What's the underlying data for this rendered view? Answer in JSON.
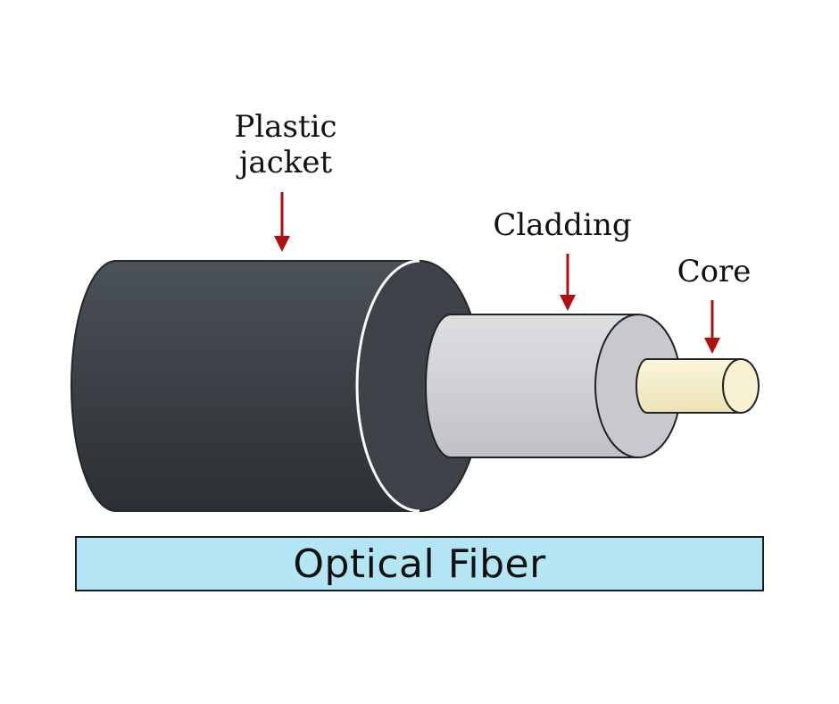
{
  "labels": {
    "jacket_line1": "Plastic",
    "jacket_line2": "jacket",
    "cladding": "Cladding",
    "core": "Core"
  },
  "caption": "Optical Fiber",
  "colors": {
    "jacket": "#3a4045",
    "jacket_edge": "#2a2f33",
    "cladding": "#cfd1d4",
    "cladding_face": "#c4c6ca",
    "core": "#f6efc8",
    "arrow": "#b01010",
    "caption_bg": "#b4e5f4"
  }
}
